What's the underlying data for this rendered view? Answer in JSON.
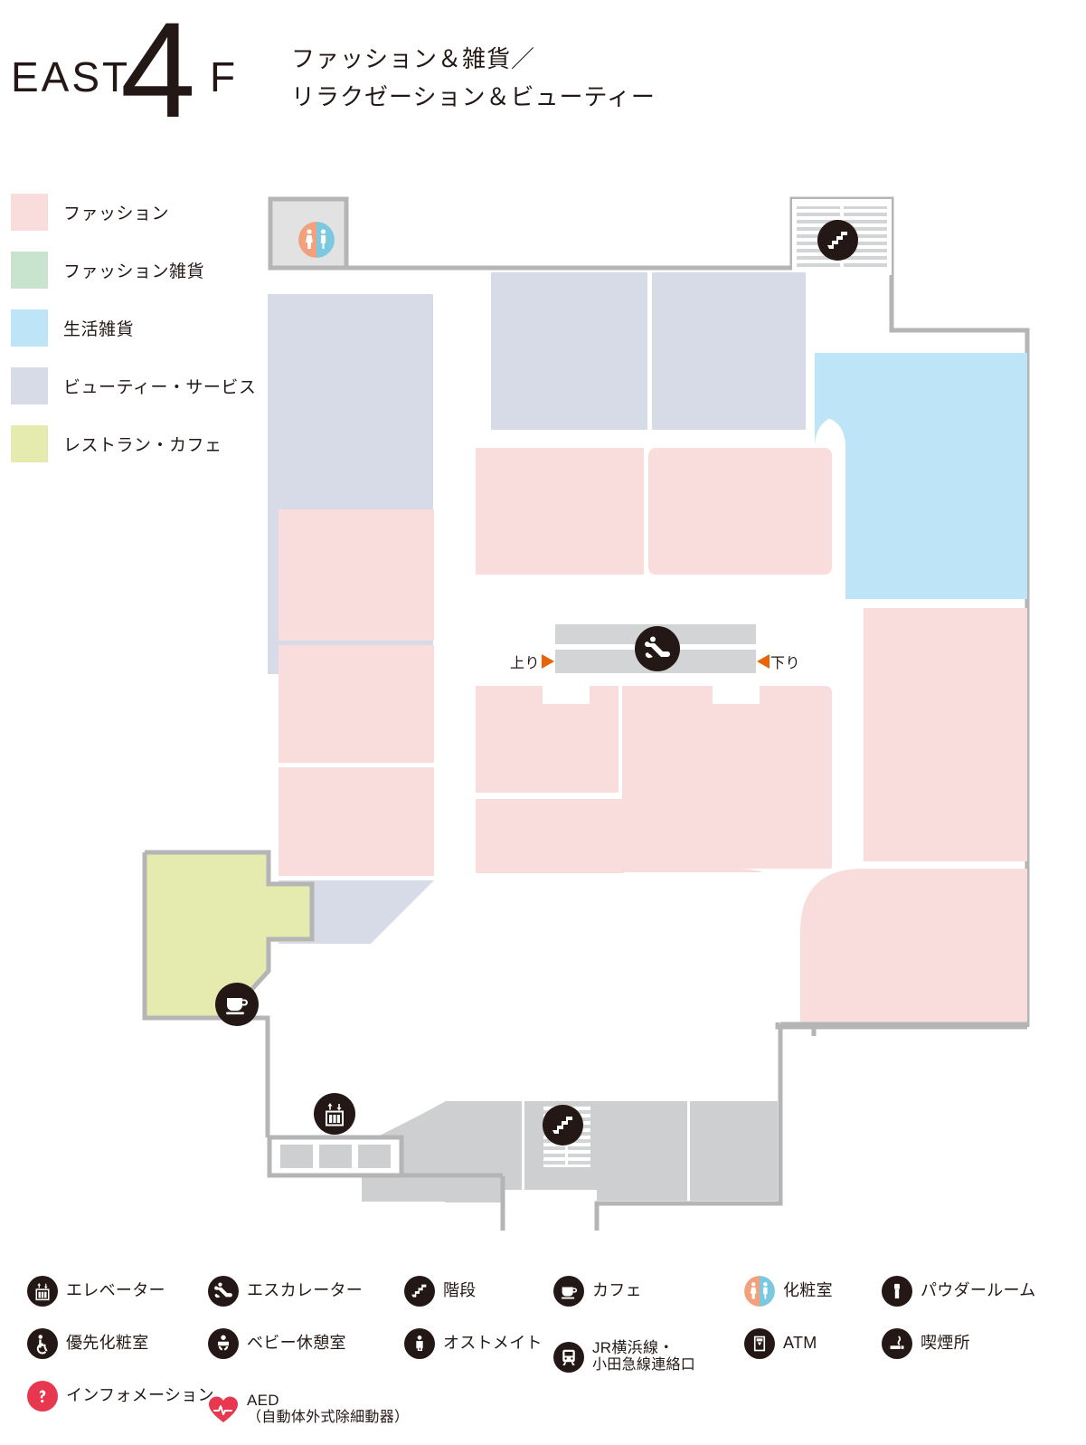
{
  "header": {
    "east": "EAST",
    "floor_number": "4",
    "floor_letter": "F",
    "subtitle_line1": "ファッション＆雑貨／",
    "subtitle_line2": "リラクゼーション＆ビューティー"
  },
  "category_legend": [
    {
      "label": "ファッション",
      "color": "#f9dcdc",
      "key": "fashion"
    },
    {
      "label": "ファッション雑貨",
      "color": "#c8e4ce",
      "key": "fashion-goods"
    },
    {
      "label": "生活雑貨",
      "color": "#bee4f8",
      "key": "lifestyle-goods"
    },
    {
      "label": "ビューティー・サービス",
      "color": "#d7dae7",
      "key": "beauty-service"
    },
    {
      "label": "レストラン・カフェ",
      "color": "#e5eaae",
      "key": "restaurant-cafe"
    }
  ],
  "map": {
    "escalator": {
      "up_label": "上り",
      "down_label": "下り",
      "arrow_color": "#e8640a"
    },
    "icons": [
      {
        "name": "restroom",
        "label": "化粧室"
      },
      {
        "name": "stairs-north",
        "label": "階段"
      },
      {
        "name": "escalator-center",
        "label": "エスカレーター"
      },
      {
        "name": "cafe",
        "label": "カフェ"
      },
      {
        "name": "elevator",
        "label": "エレベーター"
      },
      {
        "name": "stairs-south",
        "label": "階段"
      }
    ],
    "colors": {
      "fashion": "#f9dcdc",
      "fashion_goods": "#c8e4ce",
      "lifestyle_goods": "#bee4f8",
      "beauty_service": "#d7dae7",
      "restaurant_cafe": "#e5eaae",
      "service_gray": "#cecfd0",
      "outline": "#b5b5b6",
      "corridor": "#ffffff"
    }
  },
  "facility_legend": {
    "row1": [
      {
        "icon": "elevator-icon",
        "label": "エレベーター"
      },
      {
        "icon": "escalator-icon",
        "label": "エスカレーター"
      },
      {
        "icon": "stairs-icon",
        "label": "階段"
      },
      {
        "icon": "cafe-icon",
        "label": "カフェ"
      },
      {
        "icon": "restroom-icon",
        "label": "化粧室"
      },
      {
        "icon": "powder-room-icon",
        "label": "パウダールーム"
      }
    ],
    "row2": [
      {
        "icon": "accessible-restroom-icon",
        "label": "優先化粧室"
      },
      {
        "icon": "baby-room-icon",
        "label": "ベビー休憩室"
      },
      {
        "icon": "ostomate-icon",
        "label": "オストメイト"
      },
      {
        "icon": "train-icon",
        "label": "JR横浜線・",
        "label2": "小田急線連絡口"
      },
      {
        "icon": "atm-icon",
        "label": "ATM"
      },
      {
        "icon": "smoking-icon",
        "label": "喫煙所"
      }
    ],
    "row3": [
      {
        "icon": "information-icon",
        "label": "インフォメーション"
      },
      {
        "icon": "aed-icon",
        "label": "AED",
        "label2": "（自動体外式除細動器）"
      }
    ]
  }
}
